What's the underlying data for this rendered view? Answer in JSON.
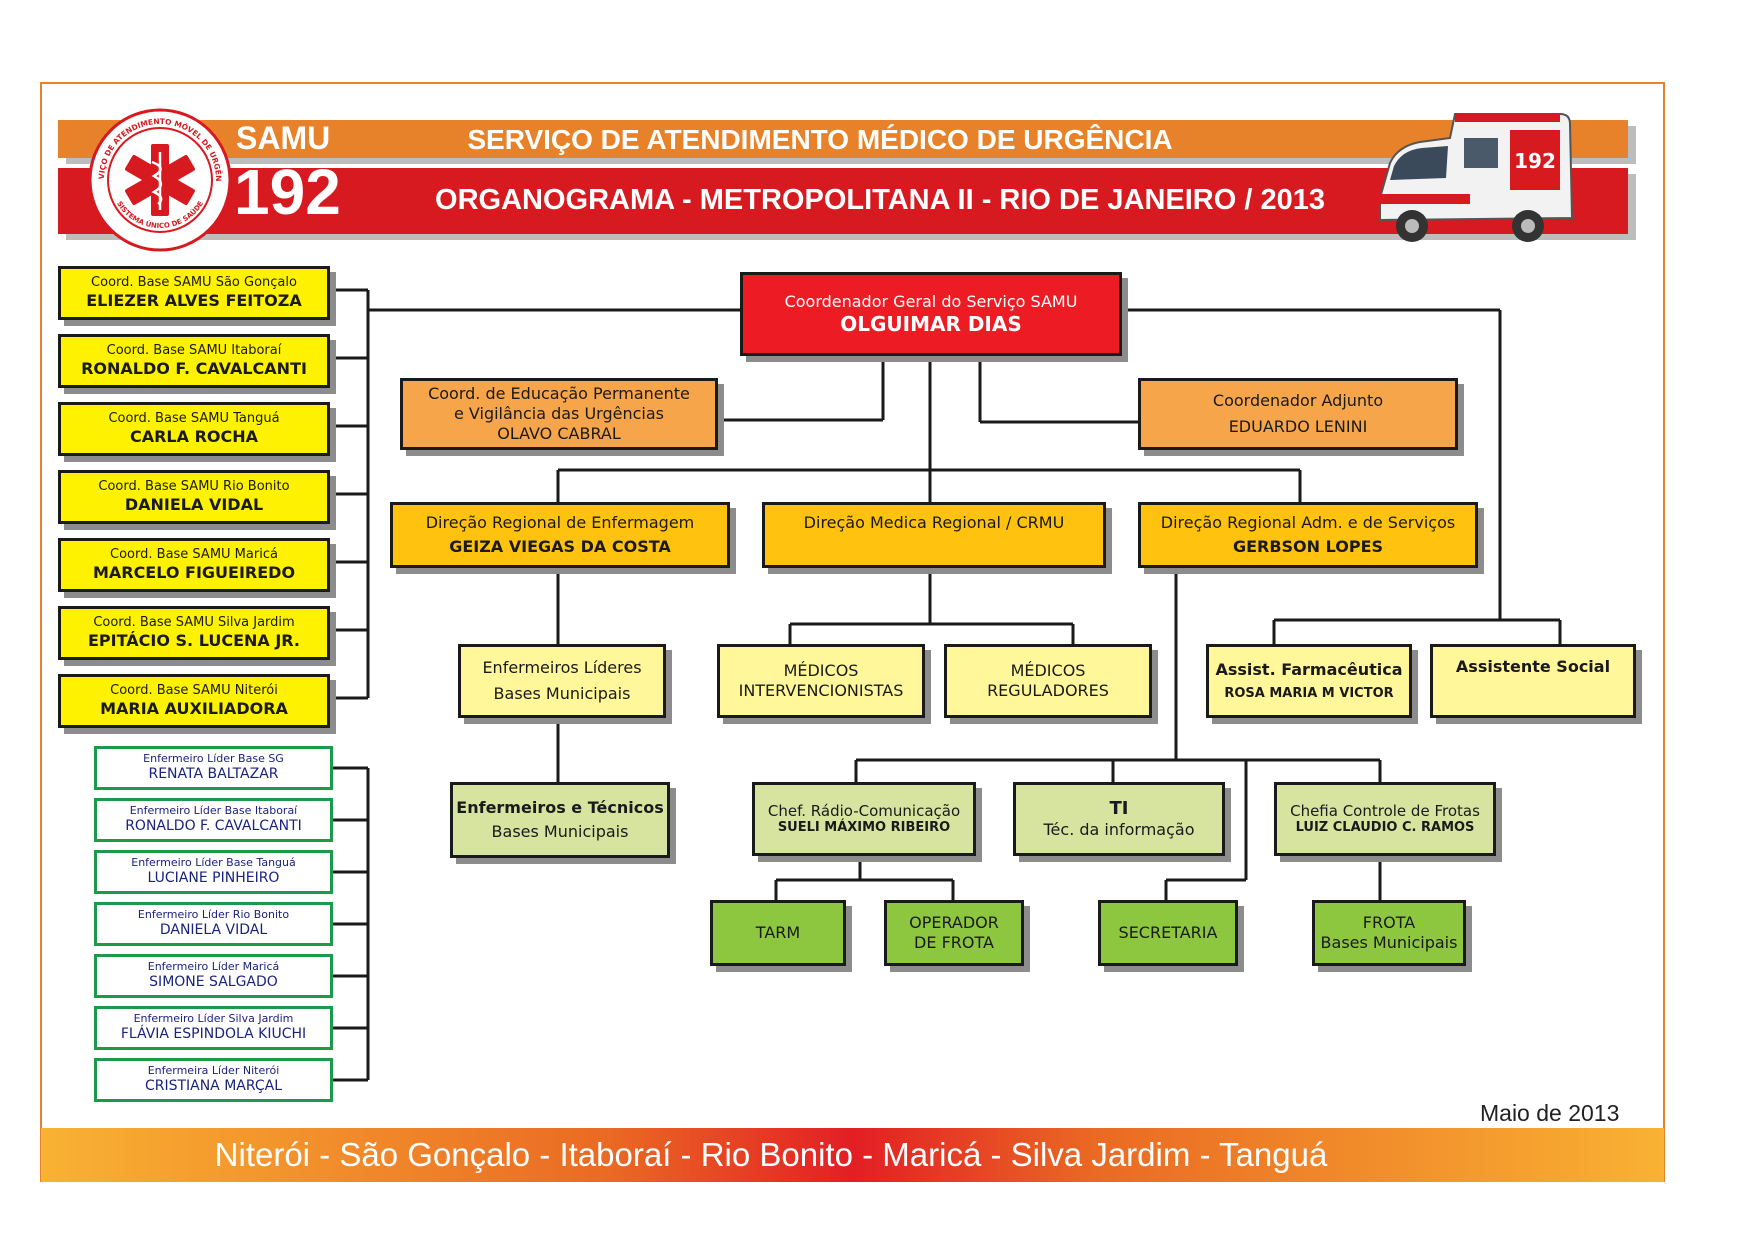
{
  "header": {
    "logo_word": "SAMU",
    "logo_number": "192",
    "title": "SERVIÇO DE ATENDIMENTO MÉDICO DE URGÊNCIA",
    "subtitle": "ORGANOGRAMA - METROPOLITANA II - RIO DE JANEIRO / 2013",
    "logo_ring_text": "SERVIÇO DE ATENDIMENTO MÓVEL DE URGÊNCIA",
    "logo_bottom_text": "SISTEMA ÚNICO DE SAÚDE",
    "ambulance_number": "192"
  },
  "coordinator_general": {
    "title": "Coordenador Geral do Serviço SAMU",
    "name": "OLGUIMAR DIAS"
  },
  "education": {
    "line1": "Coord. de Educação Permanente",
    "line2": "e Vigilância das Urgências",
    "name": "OLAVO CABRAL"
  },
  "adjunct": {
    "title": "Coordenador Adjunto",
    "name": "EDUARDO LENINI"
  },
  "directions": {
    "nursing": {
      "title": "Direção Regional de Enfermagem",
      "name": "GEIZA VIEGAS DA COSTA"
    },
    "medical": {
      "title": "Direção Medica Regional / CRMU"
    },
    "admin": {
      "title": "Direção Regional Adm. e de Serviços",
      "name": "GERBSON LOPES"
    }
  },
  "nurses_leaders": {
    "line1": "Enfermeiros Líderes",
    "line2": "Bases Municipais"
  },
  "nurses_techs": {
    "line1": "Enfermeiros e Técnicos",
    "line2": "Bases Municipais"
  },
  "doctors_intervention": {
    "line1": "MÉDICOS",
    "line2": "INTERVENCIONISTAS"
  },
  "doctors_regulators": {
    "line1": "MÉDICOS",
    "line2": "REGULADORES"
  },
  "pharmacist": {
    "title": "Assist. Farmacêutica",
    "name": "ROSA MARIA M VICTOR"
  },
  "social": {
    "title": "Assistente Social"
  },
  "radio": {
    "title": "Chef. Rádio-Comunicação",
    "name": "SUELI MÁXIMO RIBEIRO"
  },
  "it": {
    "title": "TI",
    "subtitle": "Téc. da informação"
  },
  "fleet_chief": {
    "title": "Chefia  Controle de Frotas",
    "name": "LUIZ CLAUDIO C. RAMOS"
  },
  "tarm": {
    "label": "TARM"
  },
  "fleet_operator": {
    "line1": "OPERADOR",
    "line2": "DE FROTA"
  },
  "secretary": {
    "label": "SECRETARIA"
  },
  "fleet": {
    "line1": "FROTA",
    "line2": "Bases Municipais"
  },
  "base_coordinators": [
    {
      "title": "Coord. Base SAMU São Gonçalo",
      "name": "ELIEZER ALVES FEITOZA"
    },
    {
      "title": "Coord. Base SAMU Itaboraí",
      "name": "RONALDO F. CAVALCANTI"
    },
    {
      "title": "Coord. Base SAMU Tanguá",
      "name": "CARLA ROCHA"
    },
    {
      "title": "Coord. Base SAMU Rio Bonito",
      "name": "DANIELA VIDAL"
    },
    {
      "title": "Coord. Base SAMU Maricá",
      "name": "MARCELO FIGUEIREDO"
    },
    {
      "title": "Coord. Base SAMU Silva Jardim",
      "name": "EPITÁCIO S. LUCENA JR."
    },
    {
      "title": "Coord. Base SAMU Niterói",
      "name": "MARIA AUXILIADORA"
    }
  ],
  "nurse_leaders_list": [
    {
      "title": "Enfermeiro Líder Base SG",
      "name": "RENATA BALTAZAR"
    },
    {
      "title": "Enfermeiro Líder Base Itaboraí",
      "name": "RONALDO F. CAVALCANTI"
    },
    {
      "title": "Enfermeiro Líder Base Tanguá",
      "name": "LUCIANE PINHEIRO"
    },
    {
      "title": "Enfermeiro Líder Rio Bonito",
      "name": "DANIELA VIDAL"
    },
    {
      "title": "Enfermeiro Líder Maricá",
      "name": "SIMONE SALGADO"
    },
    {
      "title": "Enfermeiro Líder Silva Jardim",
      "name": "FLÁVIA ESPINDOLA KIUCHI"
    },
    {
      "title": "Enfermeira Líder Niterói",
      "name": "CRISTIANA MARÇAL"
    }
  ],
  "footer": {
    "date_note": "Maio de 2013",
    "municipalities": "Niterói - São Gonçalo - Itaboraí - Rio Bonito - Maricá - Silva Jardim - Tanguá"
  },
  "colors": {
    "frame": "#e8822a",
    "header_orange": "#e8822a",
    "header_red": "#d71920",
    "box_red": "#ed1c24",
    "box_yellow": "#fff200",
    "box_gold": "#ffc20e",
    "box_orange": "#f7a54a",
    "box_light_yellow": "#fff799",
    "box_light_green": "#d7e4a0",
    "box_green": "#8dc63f",
    "nurse_border": "#1a9a4a",
    "nurse_text": "#1a237e"
  }
}
